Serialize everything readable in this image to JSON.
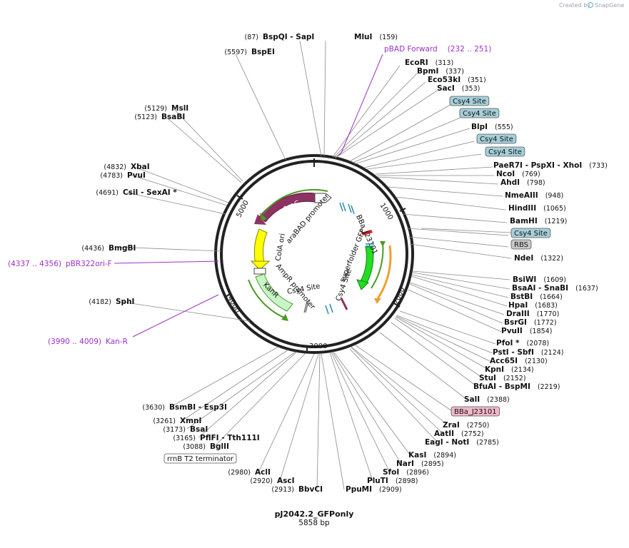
{
  "credit": {
    "prefix": "Created by",
    "brand": "SnapGene"
  },
  "plasmid": {
    "name": "pJ2042.2_GFPonly",
    "length_label": "5858 bp",
    "length": 5858
  },
  "ticks": [
    "1000",
    "2000",
    "3000",
    "4000",
    "5000"
  ],
  "features": {
    "arac": "araC",
    "arabad": "araBAD promoter",
    "cola": "ColA ori",
    "ampr": "AmpR promoter",
    "kanr": "KanR",
    "csy4a": "Csy4 Site",
    "csy4b": "Csy4 Site",
    "gfp": "superfolder GFP",
    "bba": "BBa_J23101"
  },
  "colors": {
    "araC": "#8e3163",
    "gfp": "#22dd22",
    "colA": "#ffff00",
    "kanR": "#c8f5c8",
    "green_arrow": "#4a9a22",
    "orange_arrow": "#f0a030",
    "primer": "#9b30c8",
    "csy4_box": "#a6d0da",
    "rbs_box": "#c8c8c8",
    "bba_box": "#f0b8c8"
  },
  "sites": [
    {
      "name": "BspQI",
      "sep": "-",
      "name2": "SapI",
      "pos": "(87)"
    },
    {
      "name": "MluI",
      "pos": "(159)"
    },
    {
      "name": "BspEI",
      "pos": "(5597)"
    },
    {
      "name": "EcoRI",
      "pos": "(313)"
    },
    {
      "name": "BpmI",
      "pos": "(337)"
    },
    {
      "name": "Eco53kI",
      "pos": "(351)"
    },
    {
      "name": "SacI",
      "pos": "(353)"
    },
    {
      "name": "BlpI",
      "pos": "(555)"
    },
    {
      "name": "PaeR7I",
      "sep": "-",
      "name2": "PspXI",
      "sep2": "-",
      "name3": "XhoI",
      "pos": "(733)"
    },
    {
      "name": "NcoI",
      "pos": "(769)"
    },
    {
      "name": "AhdI",
      "pos": "(798)"
    },
    {
      "name": "NmeAIII",
      "pos": "(948)"
    },
    {
      "name": "HindIII",
      "pos": "(1065)"
    },
    {
      "name": "BamHI",
      "pos": "(1219)"
    },
    {
      "name": "NdeI",
      "pos": "(1322)"
    },
    {
      "name": "BsiWI",
      "pos": "(1609)"
    },
    {
      "name": "BsaAI",
      "sep": "-",
      "name2": "SnaBI",
      "pos": "(1637)"
    },
    {
      "name": "BstBI",
      "pos": "(1664)"
    },
    {
      "name": "HpaI",
      "pos": "(1683)"
    },
    {
      "name": "DraIII",
      "pos": "(1770)"
    },
    {
      "name": "BsrGI",
      "pos": "(1772)"
    },
    {
      "name": "PvuII",
      "pos": "(1854)"
    },
    {
      "name": "PfoI *",
      "pos": "(2078)"
    },
    {
      "name": "PstI",
      "sep": "-",
      "name2": "SbfI",
      "pos": "(2124)"
    },
    {
      "name": "Acc65I",
      "pos": "(2130)"
    },
    {
      "name": "KpnI",
      "pos": "(2134)"
    },
    {
      "name": "StuI",
      "pos": "(2152)"
    },
    {
      "name": "BfuAI",
      "sep": "-",
      "name2": "BspMI",
      "pos": "(2219)"
    },
    {
      "name": "SalI",
      "pos": "(2388)"
    },
    {
      "name": "ZraI",
      "pos": "(2750)"
    },
    {
      "name": "AatII",
      "pos": "(2752)"
    },
    {
      "name": "EagI",
      "sep": "-",
      "name2": "NotI",
      "pos": "(2785)"
    },
    {
      "name": "KasI",
      "pos": "(2894)"
    },
    {
      "name": "NarI",
      "pos": "(2895)"
    },
    {
      "name": "SfoI",
      "pos": "(2896)"
    },
    {
      "name": "PluTI",
      "pos": "(2898)"
    },
    {
      "name": "PpuMI",
      "pos": "(2909)"
    },
    {
      "name": "BbvCI",
      "pos": "(2913)"
    },
    {
      "name": "AscI",
      "pos": "(2920)"
    },
    {
      "name": "AclI",
      "pos": "(2980)"
    },
    {
      "name": "BglII",
      "pos": "(3088)"
    },
    {
      "name": "PflFI",
      "sep": "-",
      "name2": "Tth111I",
      "pos": "(3165)"
    },
    {
      "name": "BsaI",
      "pos": "(3173)"
    },
    {
      "name": "XmnI",
      "pos": "(3261)"
    },
    {
      "name": "BsmBI",
      "sep": "-",
      "name2": "Esp3I",
      "pos": "(3630)"
    },
    {
      "name": "SphI",
      "pos": "(4182)"
    },
    {
      "name": "BmgBI",
      "pos": "(4436)"
    },
    {
      "name": "CsiI",
      "sep": "-",
      "name2": "SexAI *",
      "pos": "(4691)"
    },
    {
      "name": "PvuI",
      "pos": "(4783)"
    },
    {
      "name": "XbaI",
      "pos": "(4832)"
    },
    {
      "name": "BsaBI",
      "pos": "(5123)"
    },
    {
      "name": "MslI",
      "pos": "(5129)"
    }
  ],
  "primers": [
    {
      "name": "pBAD Forward",
      "range": "(232 .. 251)"
    },
    {
      "name": "pBR322ori-F",
      "range": "(4337 .. 4356)"
    },
    {
      "name": "Kan-R",
      "range": "(3990 .. 4009)"
    }
  ],
  "boxes": [
    {
      "label": "Csy4 Site"
    },
    {
      "label": "Csy4 Site"
    },
    {
      "label": "Csy4 Site"
    },
    {
      "label": "Csy4 Site"
    },
    {
      "label": "Csy4 Site"
    },
    {
      "label": "RBS"
    },
    {
      "label": "BBa_J23101"
    },
    {
      "label": "rrnB T2 terminator"
    }
  ]
}
